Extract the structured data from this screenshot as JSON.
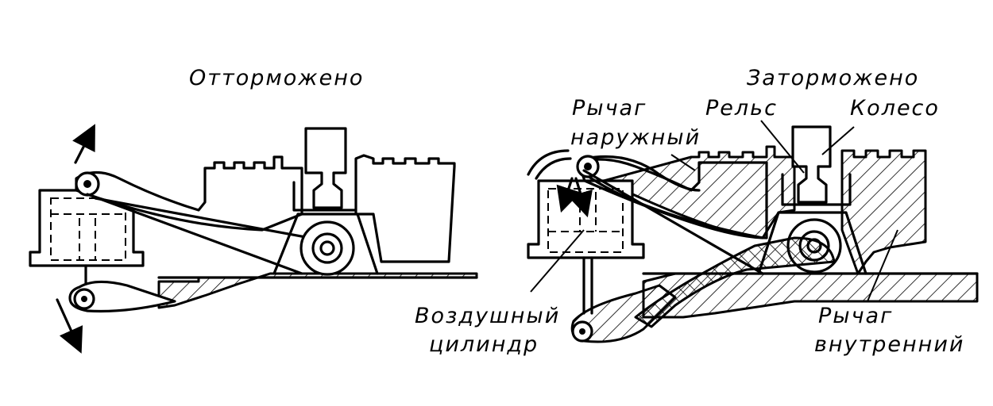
{
  "labels": {
    "released": "Отторможено",
    "braked": "Заторможено",
    "outer_lever_1": "Рычаг",
    "outer_lever_2": "наружный",
    "rail": "Рельс",
    "wheel": "Колесо",
    "air_cylinder_1": "Воздушный",
    "air_cylinder_2": "цилиндр",
    "inner_lever_1": "Рычаг",
    "inner_lever_2": "внутренний"
  }
}
